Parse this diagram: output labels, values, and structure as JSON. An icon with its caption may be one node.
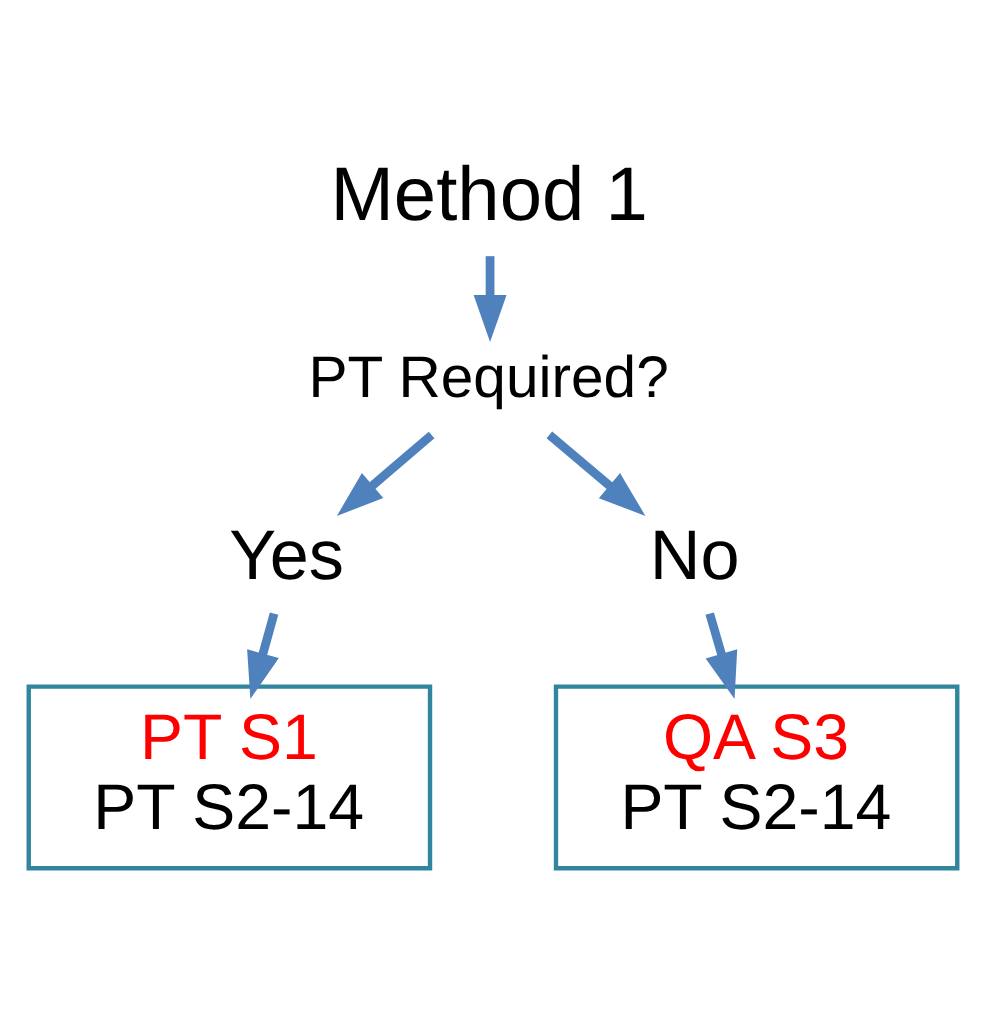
{
  "diagram": {
    "nodes": [
      {
        "text": [
          "Method 1"
        ]
      },
      {
        "text": [
          "PT Required?"
        ]
      },
      {
        "text": [
          "Yes"
        ]
      },
      {
        "text": [
          "No"
        ]
      },
      {
        "text": [
          "PT S1",
          "PT S2-14"
        ]
      },
      {
        "text": [
          "QA S3",
          "PT S2-14"
        ]
      }
    ],
    "edges": [
      {
        "from": 0,
        "to": 1,
        "arrow": "to"
      },
      {
        "from": 1,
        "to": 2,
        "arrow": "to"
      },
      {
        "from": 1,
        "to": 3,
        "arrow": "to"
      },
      {
        "from": 2,
        "to": 4,
        "arrow": "to"
      },
      {
        "from": 3,
        "to": 5,
        "arrow": "to"
      }
    ]
  }
}
